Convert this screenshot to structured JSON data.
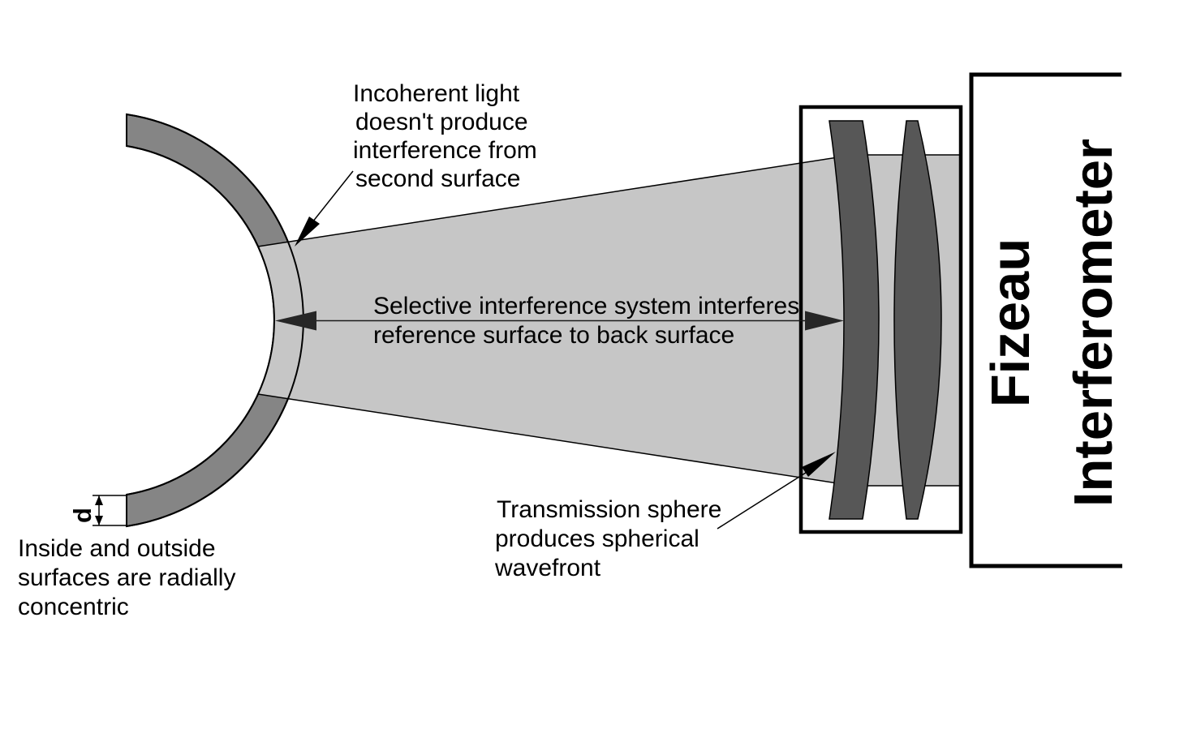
{
  "diagram": {
    "title_block": {
      "line1": "Fizeau",
      "line2": "Interferometer"
    },
    "labels": {
      "incoherent": {
        "line1": "Incoherent light",
        "line2": "doesn't produce",
        "line3": "interference from",
        "line4": "second surface"
      },
      "selective": {
        "line1": "Selective interference system interferes",
        "line2": "reference surface to back surface"
      },
      "transmission": {
        "line1": "Transmission sphere",
        "line2": "produces spherical",
        "line3": "wavefront"
      },
      "concentric": {
        "line1": "Inside and outside",
        "line2": "surfaces are radially",
        "line3": "concentric"
      },
      "thickness_dimension": "d"
    },
    "colors": {
      "beam_fill": "#c6c6c6",
      "shell_fill": "#858585",
      "lens_fill": "#575757",
      "outline": "#000000",
      "arrow_fill": "#262626",
      "background": "#ffffff"
    }
  }
}
